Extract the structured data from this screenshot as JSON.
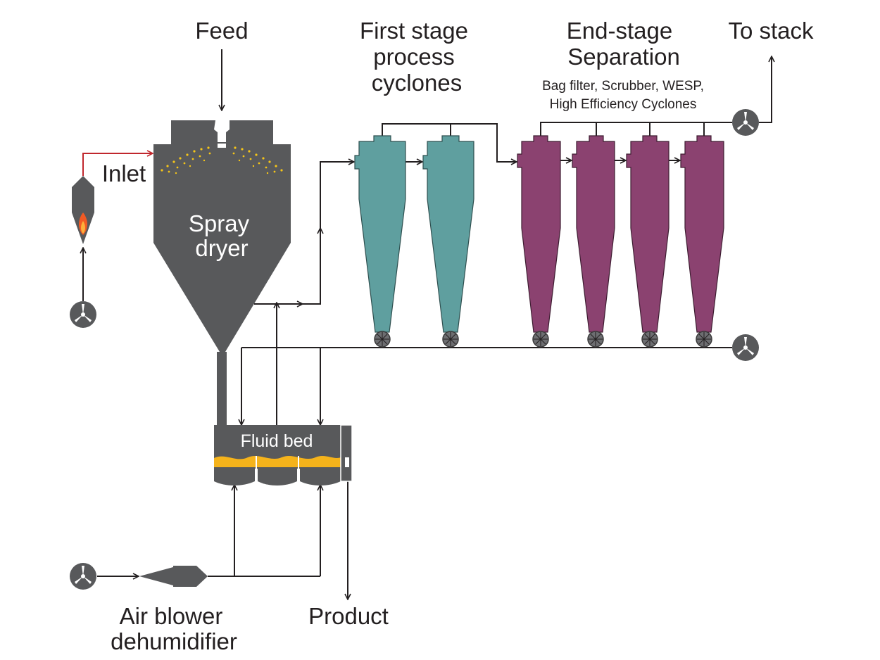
{
  "labels": {
    "feed": "Feed",
    "first_stage_1": "First stage",
    "first_stage_2": "process",
    "first_stage_3": "cyclones",
    "end_stage_1": "End-stage",
    "end_stage_2": "Separation",
    "end_stage_sub_1": "Bag filter, Scrubber, WESP,",
    "end_stage_sub_2": "High Efficiency Cyclones",
    "to_stack": "To stack",
    "inlet": "Inlet",
    "spray_1": "Spray",
    "spray_2": "dryer",
    "fluid_bed": "Fluid bed",
    "air_blower_1": "Air blower",
    "air_blower_2": "dehumidifier",
    "product": "Product"
  },
  "colors": {
    "equipment": "#58595b",
    "first_stage_cyclone": "#5f9f9f",
    "end_stage_separator": "#8b4270",
    "fluid_bed_material": "#f5b31b",
    "spray_droplets": "#f5c518",
    "inlet_air_line": "#c0272d",
    "flame_outer": "#f15a24",
    "flame_inner": "#fbb03b",
    "line": "#231f20"
  }
}
